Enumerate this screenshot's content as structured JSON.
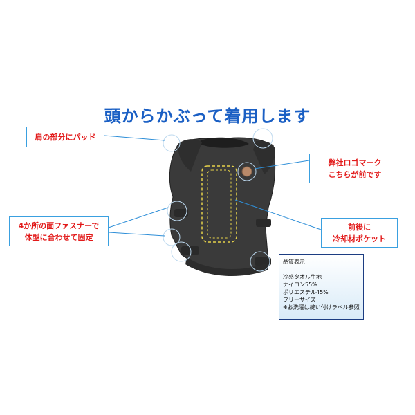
{
  "headline": "頭からかぶって着用します",
  "callouts": {
    "shoulder": {
      "line1": "肩の部分にパッド"
    },
    "fastener": {
      "line1": "4か所の面ファスナーで",
      "line2": "体型に合わせて固定"
    },
    "logo": {
      "line1": "弊社ロゴマーク",
      "line2": "こちらが前です"
    },
    "pocket": {
      "line1": "前後に",
      "line2": "冷却材ポケット"
    }
  },
  "spec": {
    "title": "品質表示",
    "lines": [
      "冷感タオル生地",
      "ナイロン55%",
      "ポリエステル45%",
      "フリーサイズ",
      "※お洗濯は縫い付けラベル参照"
    ]
  },
  "colors": {
    "headline": "#1a5fc4",
    "callout_text": "#e21a1a",
    "callout_border": "#3aa0e0",
    "vest": "#3a3a3a",
    "pocket_dash": "#e6d24a"
  }
}
